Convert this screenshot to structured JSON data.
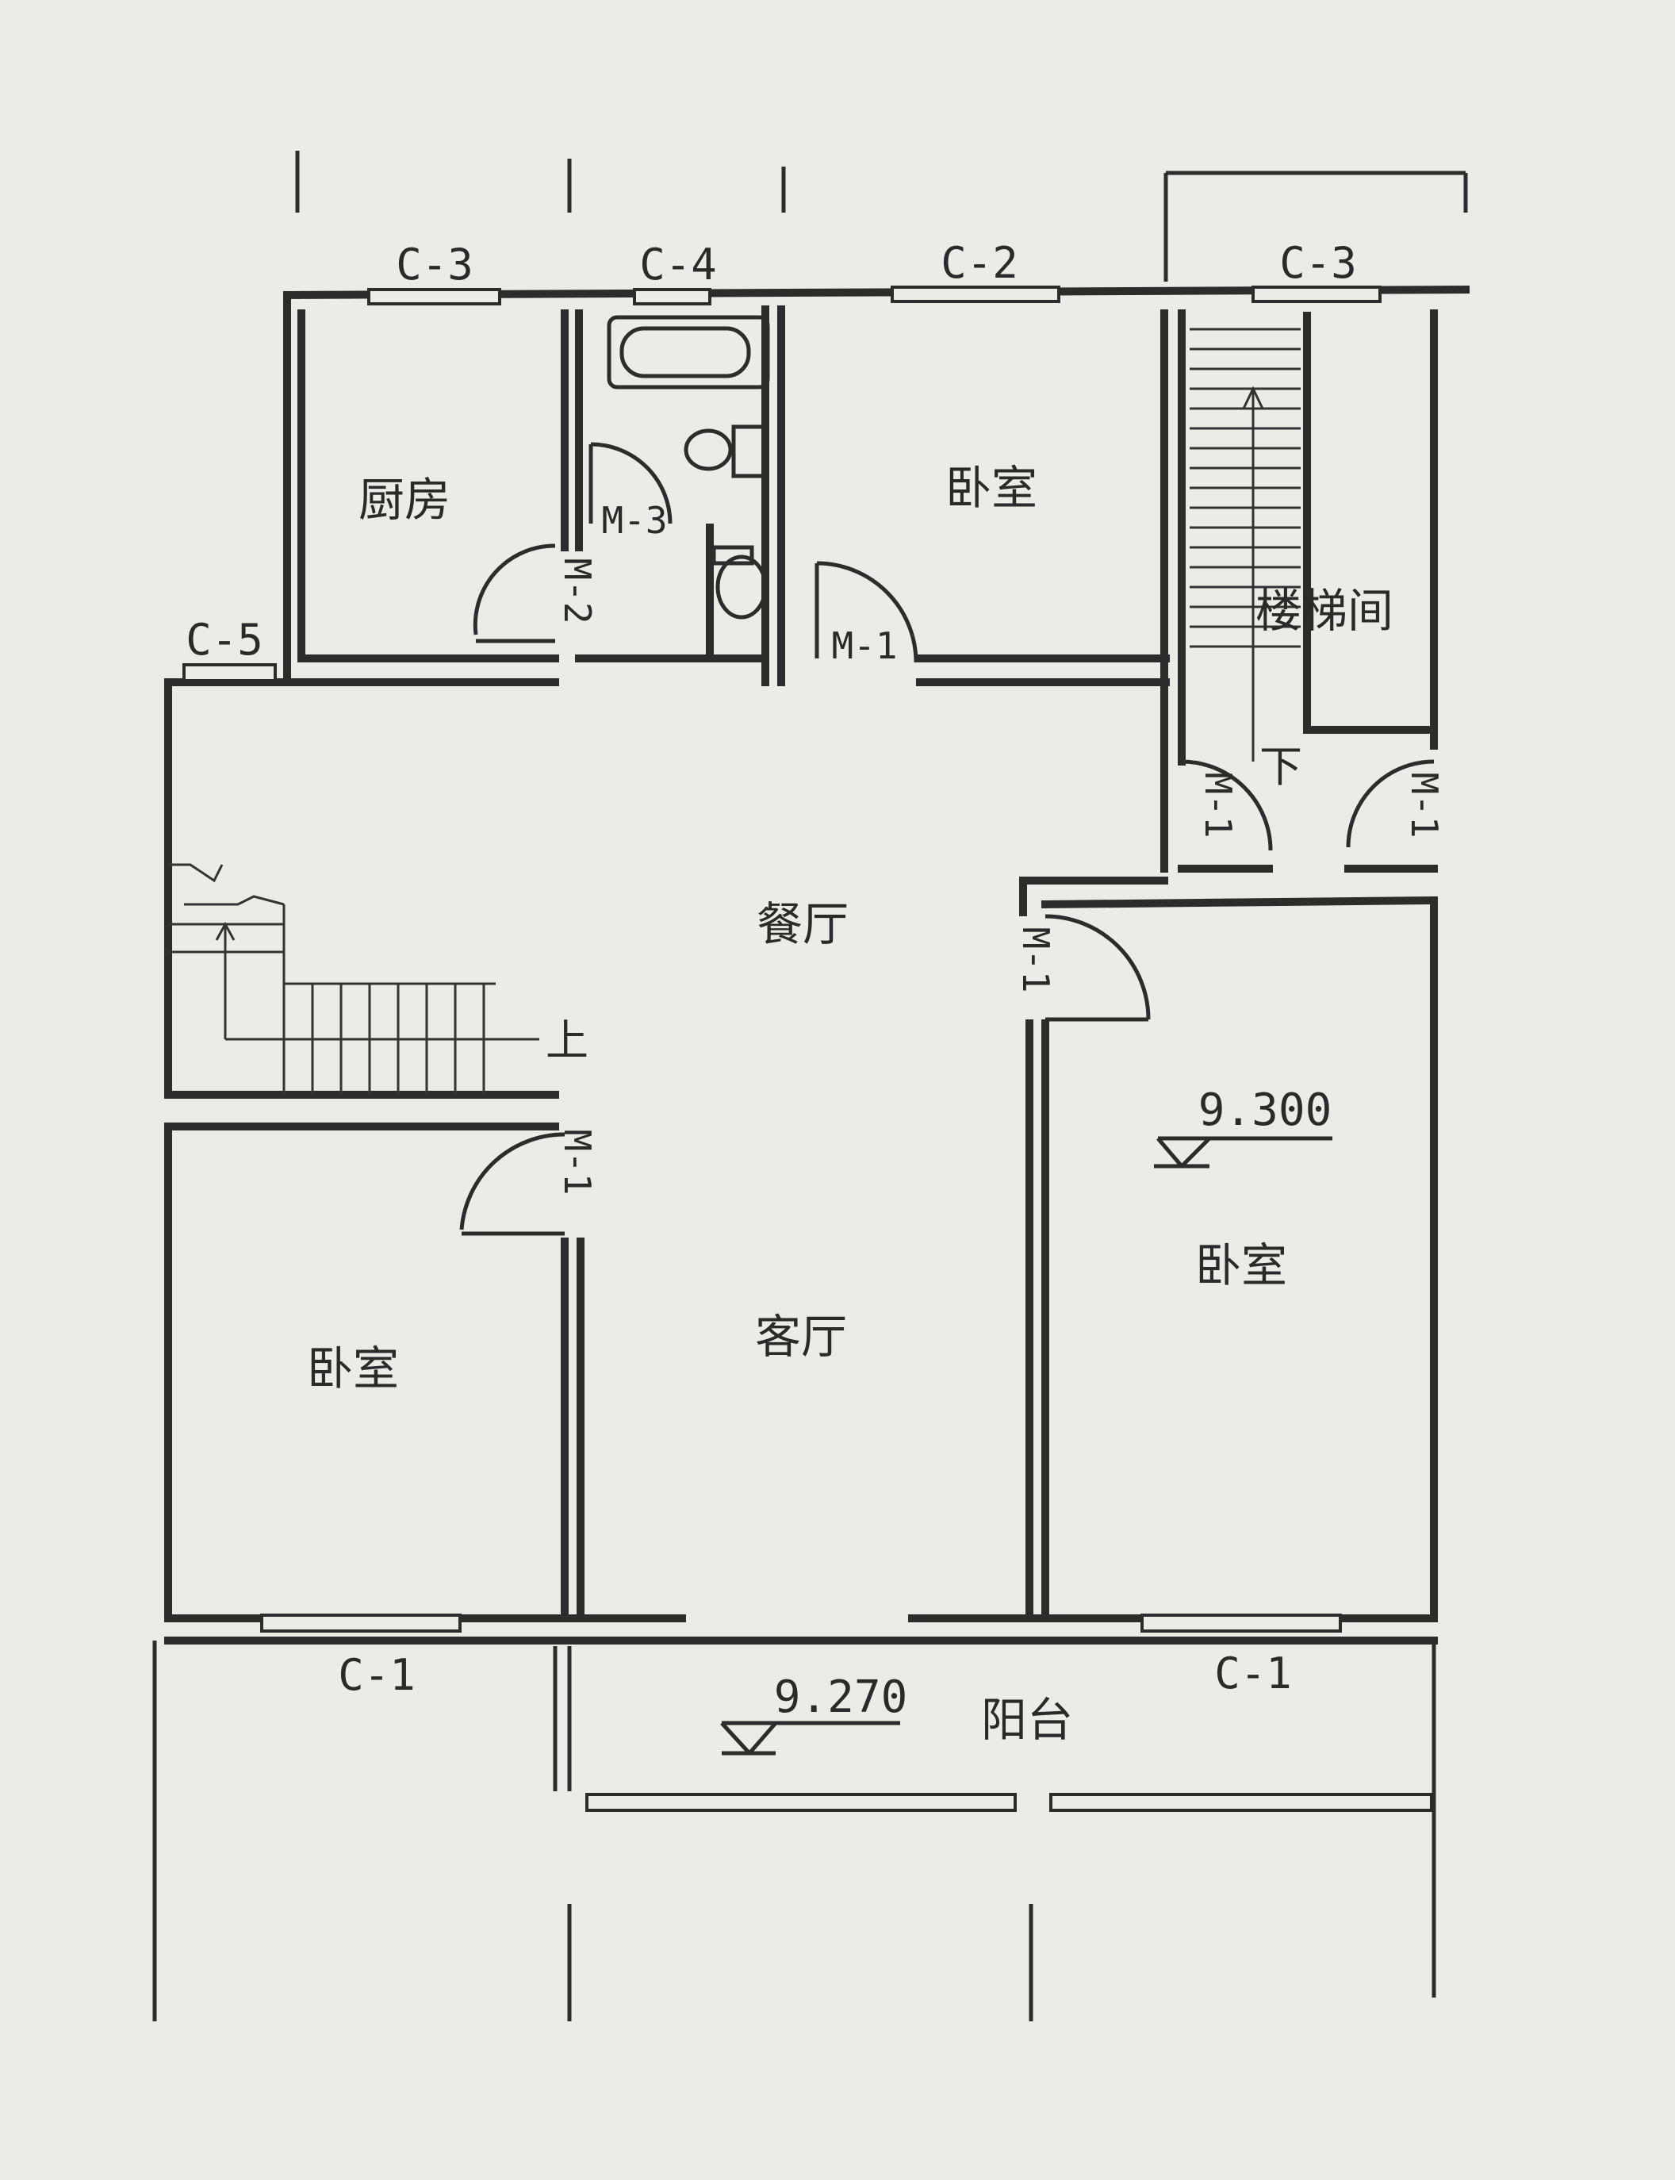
{
  "rooms": {
    "kitchen": "厨房",
    "bedroom_north": "卧室",
    "stair_hall": "楼梯间",
    "dining": "餐厅",
    "living": "客厅",
    "bedroom_sw": "卧室",
    "bedroom_se": "卧室",
    "balcony": "阳台"
  },
  "windows": {
    "kitchen": "C-3",
    "bath": "C-4",
    "bedroom_north": "C-2",
    "stair": "C-3",
    "stair_small": "C-5",
    "south_left": "C-1",
    "south_right": "C-1"
  },
  "doors": {
    "bath": "M-3",
    "kitchen": "M-2",
    "bedroom_north": "M-1",
    "stair_left": "M-1",
    "stair_right": "M-1",
    "bedroom_se": "M-1",
    "bedroom_sw": "M-1"
  },
  "elevations": {
    "floor": "9.300",
    "balcony": "9.270"
  },
  "stairs": {
    "up": "上",
    "down": "下"
  }
}
